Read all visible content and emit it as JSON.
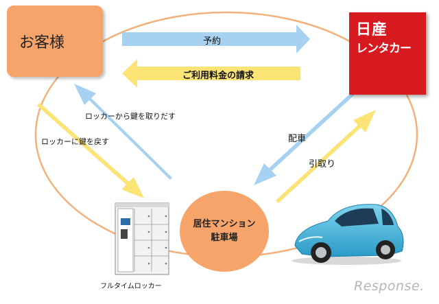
{
  "nodes": {
    "customer": "お客様",
    "parking": [
      "居住マンション",
      "駐車場"
    ],
    "locker": "フルタイムロッカー",
    "company_logo": [
      "日産",
      "レンタカー"
    ]
  },
  "flows": {
    "reservation": "予約",
    "billing": "ご利用料金の請求",
    "take_key": "ロッカーから鍵を取りだす",
    "return_key": "ロッカーに鍵を戻す",
    "dispatch": "配車",
    "pickup": "引取り"
  },
  "watermark": "Response.",
  "colors": {
    "blue_arrow": "#a6d1f0",
    "yellow_arrow": "#fbe376",
    "orange": "#f6a46a",
    "brand_red": "#d71920",
    "loop": "#f4b07a"
  }
}
